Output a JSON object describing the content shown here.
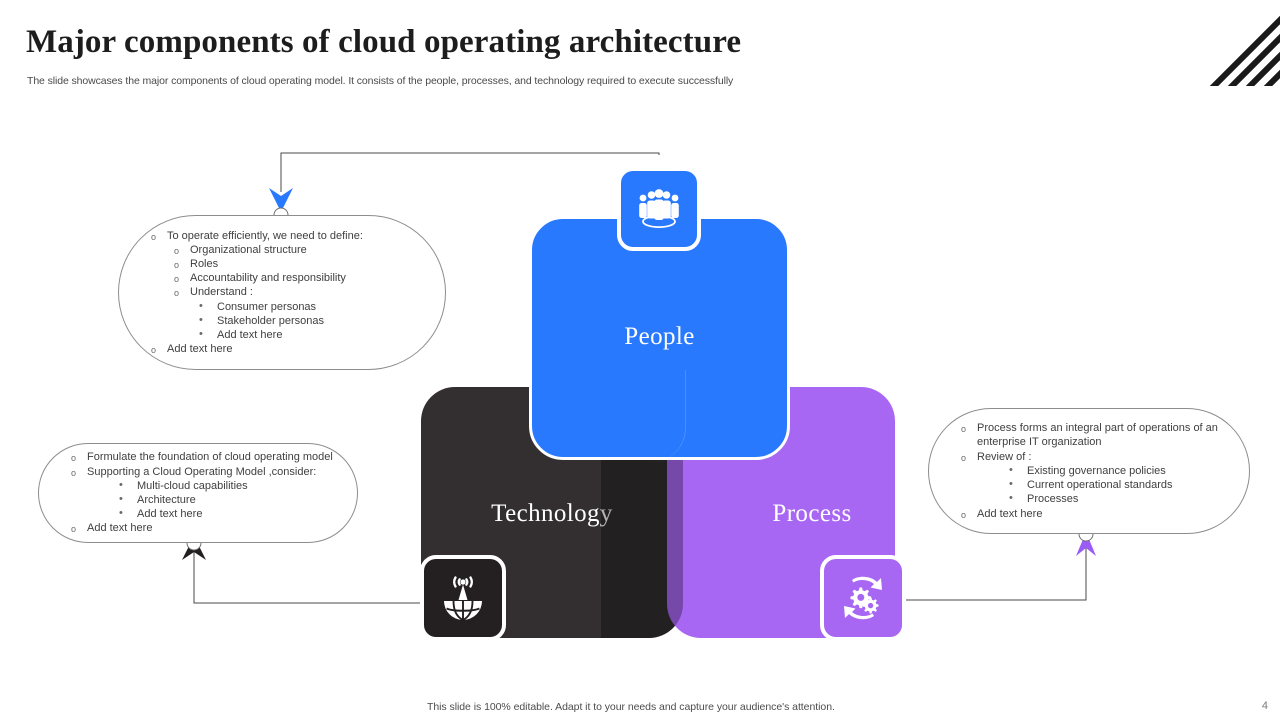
{
  "slide": {
    "title": "Major components of cloud operating architecture",
    "subtitle": "The slide showcases the major components of cloud operating model. It consists of the people, processes, and technology required to execute successfully",
    "footer_note": "This slide is 100% editable. Adapt it to your needs and capture your audience's attention.",
    "page_number": "4"
  },
  "colors": {
    "people": "#2979FF",
    "technology": "#332F30",
    "process": "#A867F3",
    "callout_border": "#8D8D8D",
    "title_text": "#1D1D1D",
    "body_text": "#3F3F3F",
    "stripes": "#1A1A1A"
  },
  "cards": {
    "people": {
      "label": "People",
      "icon": "people-group-icon"
    },
    "technology": {
      "label": "Technology",
      "icon": "broadcast-globe-icon"
    },
    "process": {
      "label": "Process",
      "icon": "gears-cycle-icon"
    }
  },
  "callouts": {
    "people": {
      "name": "people-callout",
      "items": [
        {
          "level": 1,
          "text": "To operate efficiently, we need to define:"
        },
        {
          "level": 2,
          "text": "Organizational structure"
        },
        {
          "level": 2,
          "text": "Roles"
        },
        {
          "level": 2,
          "text": "Accountability and responsibility"
        },
        {
          "level": 2,
          "text": "Understand :"
        },
        {
          "level": 3,
          "text": "Consumer personas"
        },
        {
          "level": 3,
          "text": "Stakeholder personas"
        },
        {
          "level": 3,
          "text": "Add text here"
        },
        {
          "level": 1,
          "text": "Add text here"
        }
      ]
    },
    "technology": {
      "name": "technology-callout",
      "items": [
        {
          "level": 1,
          "text": "Formulate the foundation of cloud operating model"
        },
        {
          "level": 1,
          "text": "Supporting a Cloud Operating Model ,consider:"
        },
        {
          "level": 3,
          "text": "Multi-cloud capabilities"
        },
        {
          "level": 3,
          "text": "Architecture"
        },
        {
          "level": 3,
          "text": "Add text here"
        },
        {
          "level": 1,
          "text": "Add text here"
        }
      ]
    },
    "process": {
      "name": "process-callout",
      "items": [
        {
          "level": 1,
          "text": "Process forms an integral part of operations of an enterprise IT organization",
          "wrap": true
        },
        {
          "level": 1,
          "text": "Review of :"
        },
        {
          "level": 3,
          "text": "Existing governance policies"
        },
        {
          "level": 3,
          "text": "Current operational standards"
        },
        {
          "level": 3,
          "text": "Processes"
        },
        {
          "level": 1,
          "text": "Add text here"
        }
      ]
    }
  }
}
